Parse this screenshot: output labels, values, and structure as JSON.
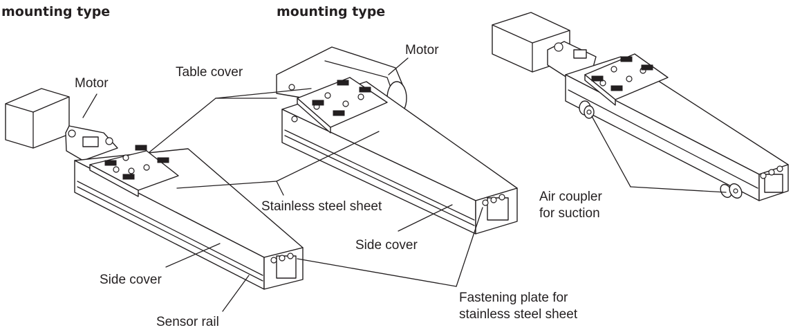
{
  "headers": [
    "mounting type",
    "mounting type"
  ],
  "labels": {
    "motor_left": "Motor",
    "motor_center": "Motor",
    "table_cover": "Table cover",
    "stainless_steel_sheet": "Stainless steel sheet",
    "side_cover_left": "Side cover",
    "side_cover_center": "Side cover",
    "sensor_rail": "Sensor rail",
    "air_coupler_line1": "Air coupler",
    "air_coupler_line2": "for suction",
    "fastening_line1": "Fastening plate for",
    "fastening_line2": "stainless steel sheet"
  }
}
